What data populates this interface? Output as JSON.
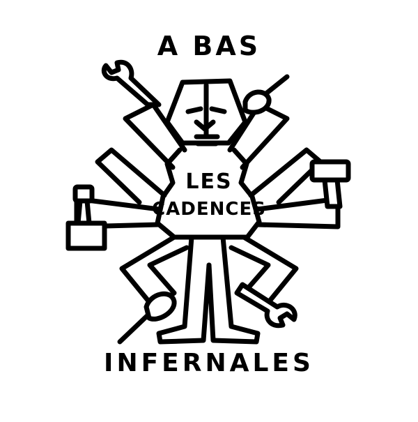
{
  "poster": {
    "headline": "A BAS",
    "figure_line_1": "LES",
    "figure_line_2": "CADENCES",
    "footer": "INFERNALES"
  },
  "colors": {
    "ink": "#000000",
    "background": "#ffffff"
  },
  "icons": [
    "wrench-icon",
    "screwdriver-icon",
    "hammer-icon"
  ]
}
